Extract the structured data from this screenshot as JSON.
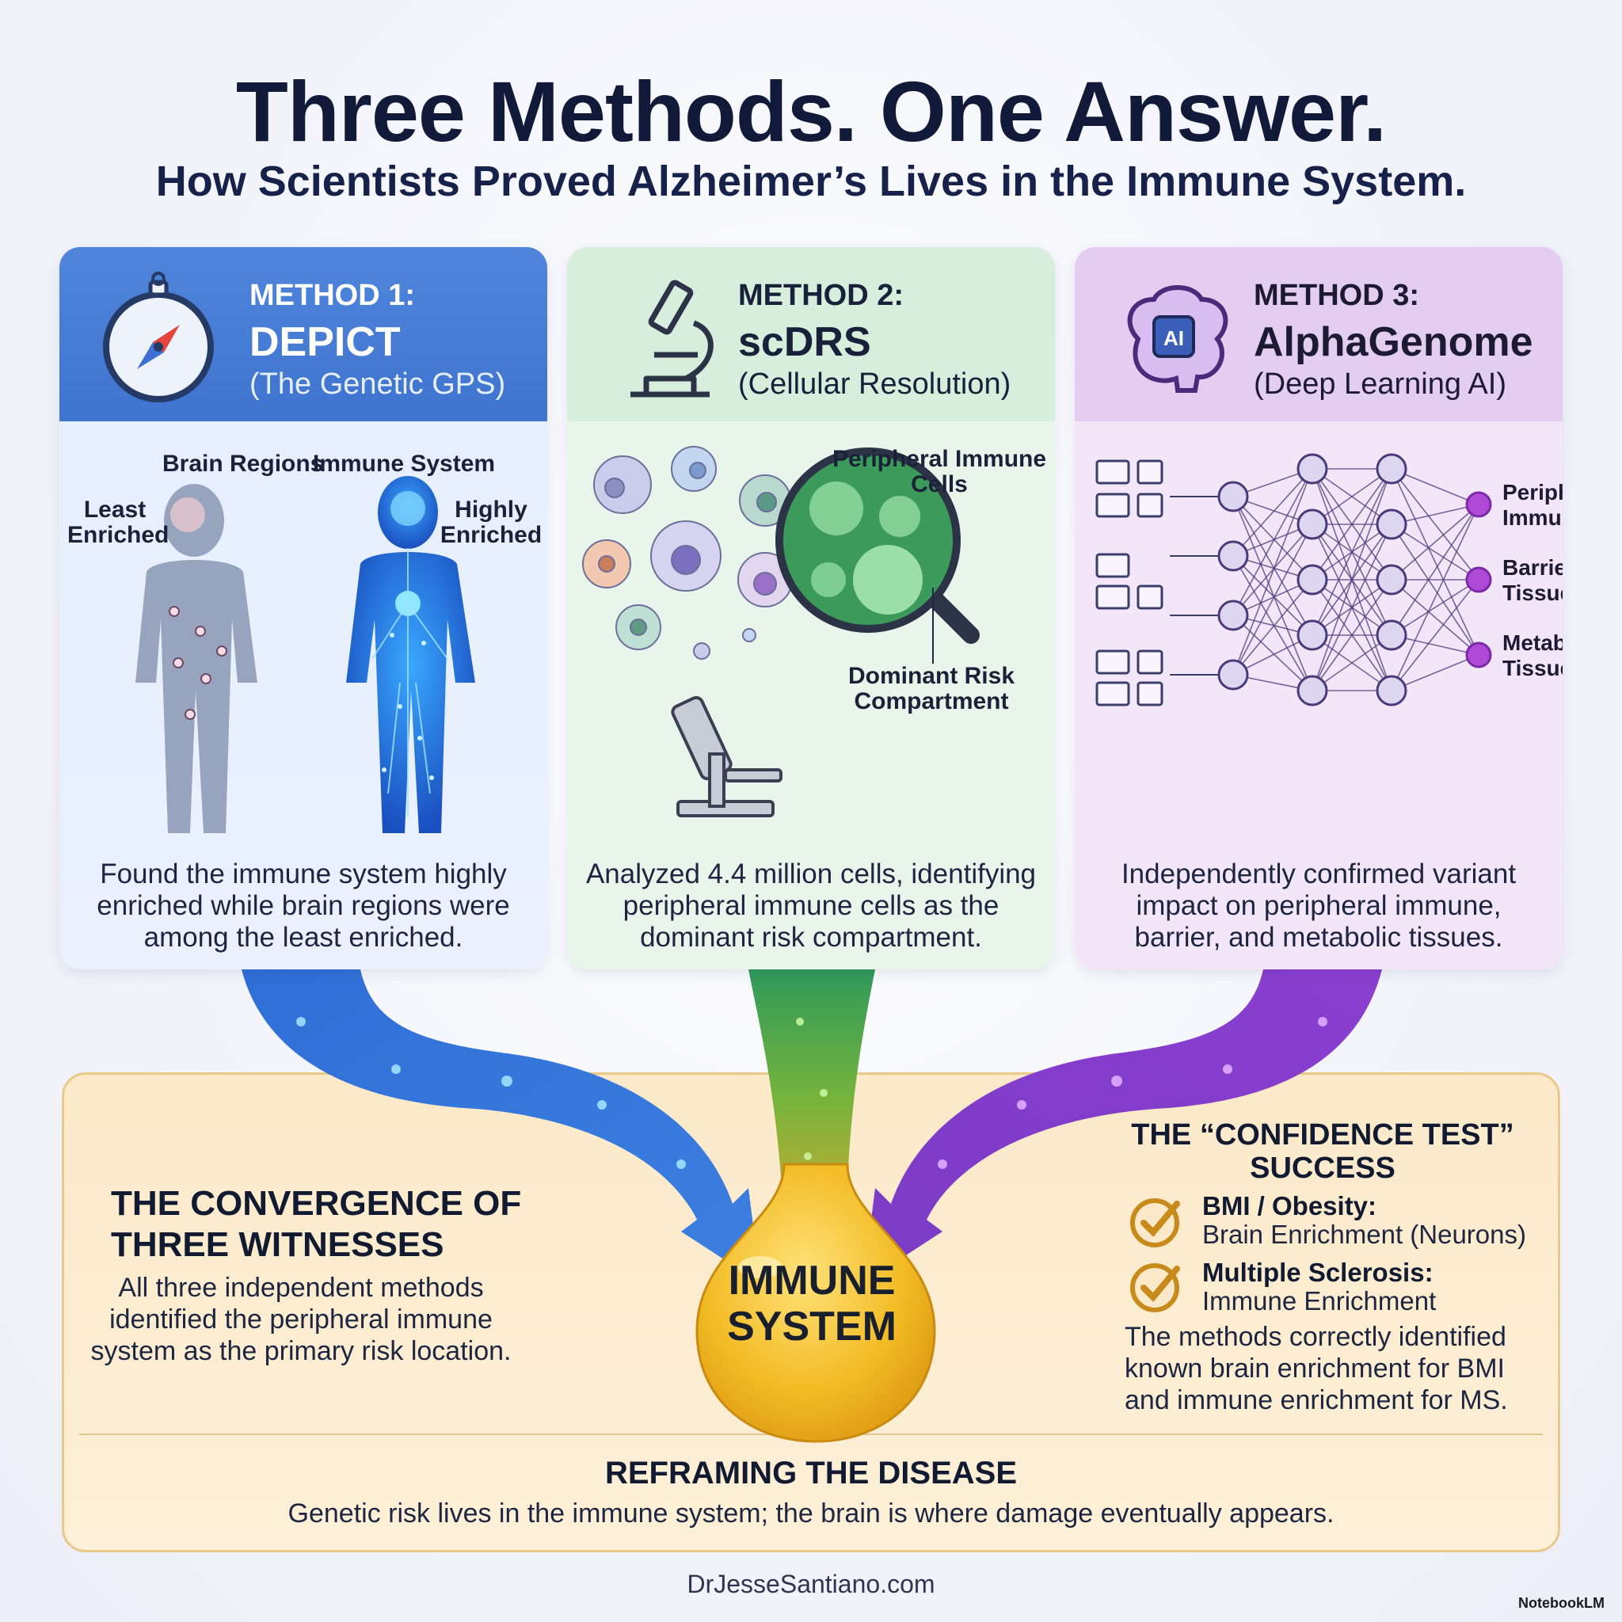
{
  "header": {
    "title": "Three Methods. One Answer.",
    "subtitle": "How Scientists Proved Alzheimer’s Lives in the Immune System."
  },
  "methods": [
    {
      "label": "METHOD 1:",
      "name": "DEPICT",
      "subtitle": "(The Genetic GPS)",
      "icon": "compass-icon",
      "labels": {
        "brain_regions": "Brain Regions",
        "immune_system": "Immune System",
        "least": "Least Enriched",
        "highly": "Highly Enriched"
      },
      "description": "Found the immune system highly enriched while brain regions were among the least enriched."
    },
    {
      "label": "METHOD 2:",
      "name": "scDRS",
      "subtitle": "(Cellular Resolution)",
      "icon": "microscope-icon",
      "labels": {
        "peripheral": "Peripheral Immune Cells",
        "dominant": "Dominant Risk Compartment"
      },
      "description": "Analyzed 4.4 million cells, identifying peripheral immune cells as the dominant risk compartment."
    },
    {
      "label": "METHOD 3:",
      "name": "AlphaGenome",
      "subtitle": "(Deep Learning AI)",
      "icon": "ai-brain-icon",
      "icon_text": "AI",
      "outputs": [
        "Peripheral Immune",
        "Barrier Tissues",
        "Metabolic Tissues"
      ],
      "description": "Independently confirmed variant impact on peripheral immune, barrier, and metabolic tissues."
    }
  ],
  "convergence": {
    "center": "IMMUNE SYSTEM",
    "title": "THE CONVERGENCE OF THREE WITNESSES",
    "text": "All three independent methods identified the peripheral immune system as the primary risk location."
  },
  "confidence": {
    "title": "THE “CONFIDENCE TEST” SUCCESS",
    "items": [
      {
        "title": "BMI / Obesity:",
        "text": "Brain Enrichment (Neurons)"
      },
      {
        "title": "Multiple Sclerosis:",
        "text": "Immune Enrichment"
      }
    ],
    "text": "The methods correctly identified known brain enrichment for BMI and immune enrichment for MS."
  },
  "reframing": {
    "title": "REFRAMING THE DISEASE",
    "text": "Genetic risk lives in the immune system; the brain is where damage eventually appears."
  },
  "footer": {
    "site": "DrJesseSantiano.com",
    "brand": "NotebookLM"
  },
  "colors": {
    "method1": "#4f86db",
    "method2": "#d7eedc",
    "method3": "#e3cdf0",
    "panel": "#fbe9c9",
    "drop": "#f0b92a"
  }
}
